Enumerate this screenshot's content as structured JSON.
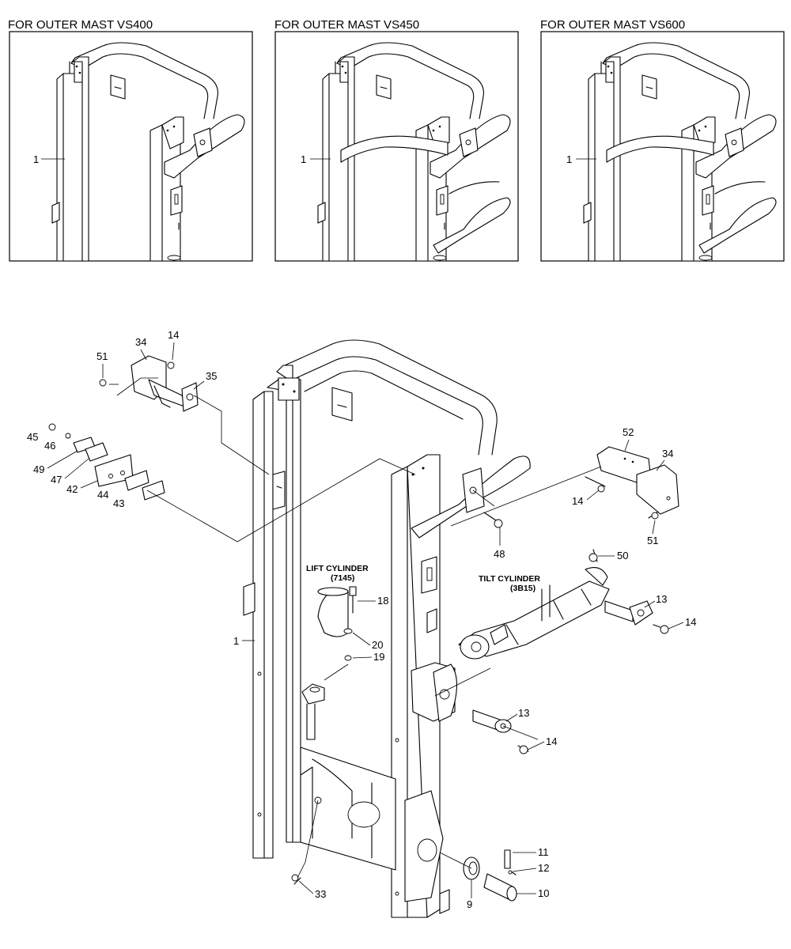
{
  "insets": [
    {
      "title": "FOR OUTER MAST VS400",
      "callout": "1"
    },
    {
      "title": "FOR OUTER MAST VS450",
      "callout": "1"
    },
    {
      "title": "FOR OUTER MAST VS600",
      "callout": "1"
    }
  ],
  "captions": {
    "lift_cylinder": "LIFT CYLINDER",
    "lift_cylinder_code": "(7145)",
    "tilt_cylinder": "TILT CYLINDER",
    "tilt_cylinder_code": "(3B15)"
  },
  "callouts": {
    "c34a": "34",
    "c14a": "14",
    "c51a": "51",
    "c35": "35",
    "c45": "45",
    "c46": "46",
    "c49": "49",
    "c47": "47",
    "c42": "42",
    "c44": "44",
    "c43": "43",
    "c52": "52",
    "c34b": "34",
    "c14b": "14",
    "c51b": "51",
    "c48": "48",
    "c50": "50",
    "c18": "18",
    "c20": "20",
    "c19": "19",
    "c1": "1",
    "c13a": "13",
    "c14c": "14",
    "c13b": "13",
    "c14d": "14",
    "c11": "11",
    "c12": "12",
    "c10": "10",
    "c9": "9",
    "c33": "33"
  }
}
